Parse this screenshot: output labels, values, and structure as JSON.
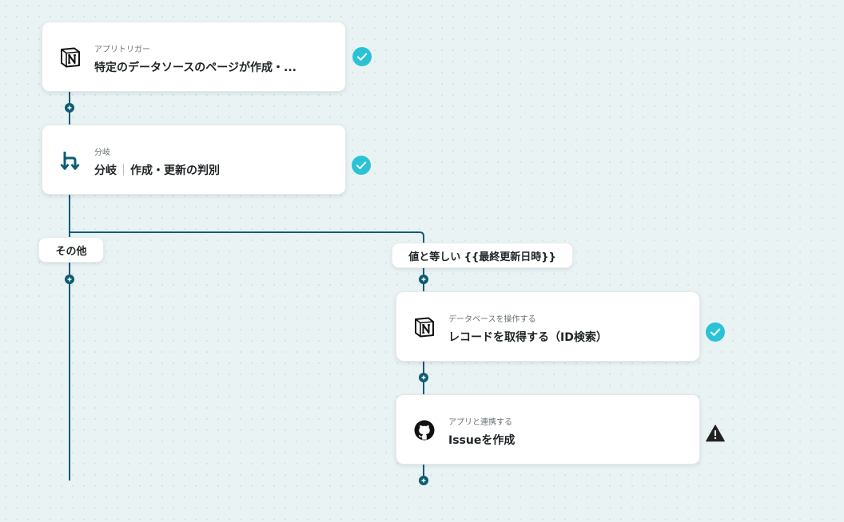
{
  "flow": {
    "steps": [
      {
        "label": "アプリトリガー",
        "title": "特定のデータソースのページが作成・...",
        "icon": "notion-icon",
        "status": "success"
      },
      {
        "label": "分岐",
        "title_main": "分岐",
        "title_detail": "作成・更新の判別",
        "icon": "branch-icon",
        "status": "success"
      },
      {
        "label": "データベースを操作する",
        "title": "レコードを取得する（ID検索）",
        "icon": "notion-icon",
        "status": "success"
      },
      {
        "label": "アプリと連携する",
        "title": "Issueを作成",
        "icon": "github-icon",
        "status": "warning"
      }
    ],
    "branches": {
      "other": "その他",
      "condition": "値と等しい {{最終更新日時}}"
    }
  },
  "colors": {
    "connector": "#0d5c72",
    "success": "#2ac3d6",
    "warning": "#222222",
    "branch_icon": "#0d5c72"
  }
}
